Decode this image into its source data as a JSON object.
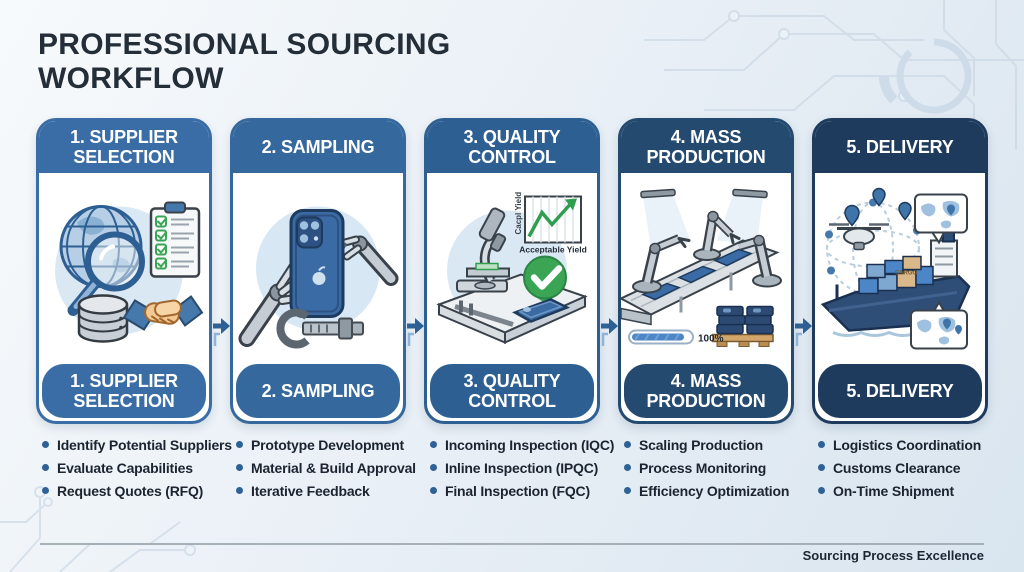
{
  "title": {
    "line1": "PROFESSIONAL SOURCING",
    "line2": "WORKFLOW"
  },
  "footer": {
    "text": "Sourcing Process Excellence"
  },
  "steps": [
    {
      "header": "1. SUPPLIER SELECTION",
      "pill": "1. SUPPLIER SELECTION",
      "color": "#3a6da6",
      "bullets": [
        "Identify Potential Suppliers",
        "Evaluate Capabilities",
        "Request Quotes (RFQ)"
      ]
    },
    {
      "header": "2. SAMPLING",
      "pill": "2. SAMPLING",
      "color": "#35689c",
      "bullets": [
        "Prototype Development",
        "Material & Build Approval",
        "Iterative Feedback"
      ]
    },
    {
      "header": "3. QUALITY CONTROL",
      "pill": "3. QUALITY CONTROL",
      "color": "#2e5f93",
      "bullets": [
        "Incoming Inspection (IQC)",
        "Inline Inspection (IPQC)",
        "Final Inspection (FQC)"
      ]
    },
    {
      "header": "4. MASS PRODUCTION",
      "pill": "4. MASS PRODUCTION",
      "color": "#254a70",
      "bullets": [
        "Scaling Production",
        "Process Monitoring",
        "Efficiency Optimization"
      ]
    },
    {
      "header": "5. DELIVERY",
      "pill": "5. DELIVERY",
      "color": "#1e3b5e",
      "bullets": [
        "Logistics Coordination",
        "Customs Clearance",
        "On-Time Shipment"
      ]
    }
  ],
  "illustration_text": {
    "yield_chart_ylabel": "Cacpl Yield",
    "yield_chart_xlabel": "Acceptable Yield",
    "production_progress": "100%",
    "cargo_container_label": "CARGO"
  },
  "accent_colors": {
    "arrow": "#2e6195",
    "bullet_dot": "#2e6195",
    "success_green": "#3aa655",
    "phone_blue": "#3b6ba5"
  }
}
